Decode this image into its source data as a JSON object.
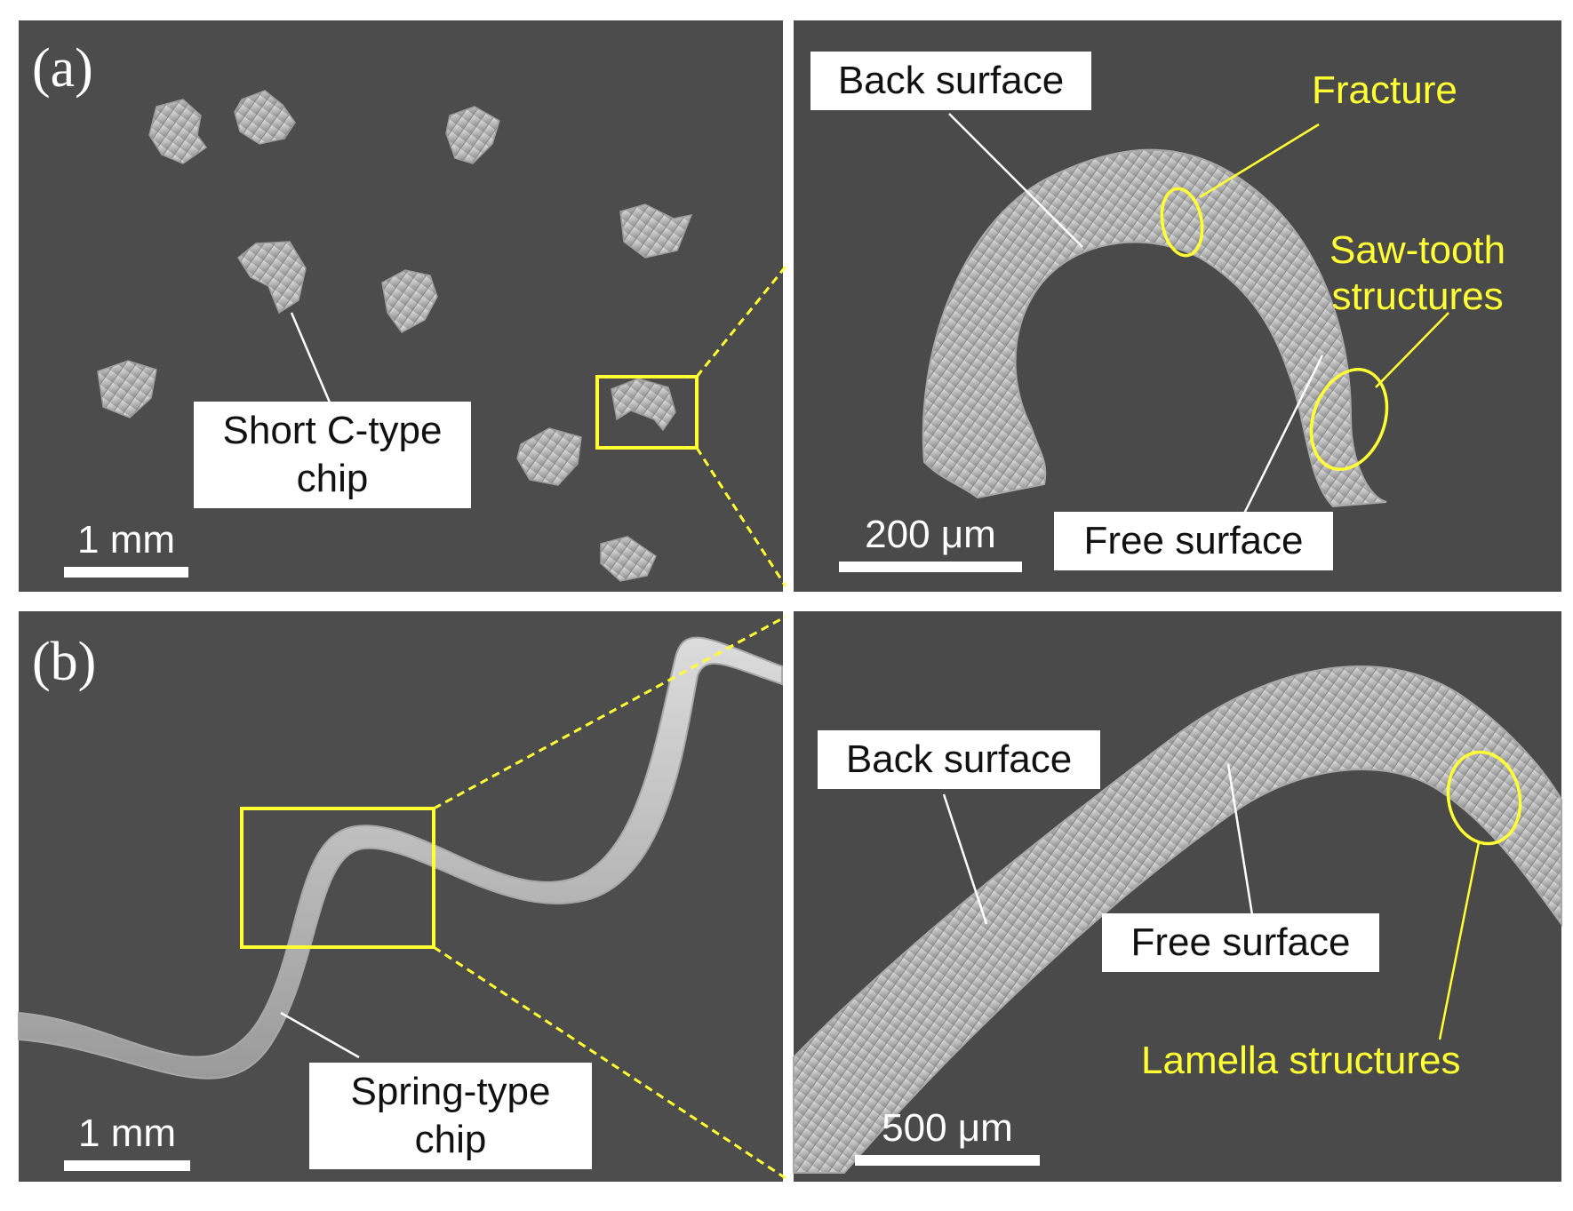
{
  "panels": {
    "a": {
      "letter": "(a)",
      "overview_label": "Short C-type chip",
      "overview_label_line1": "Short C-type",
      "overview_label_line2": "chip",
      "overview_scale": "1 mm",
      "zoom_labels": {
        "back_surface": "Back surface",
        "fracture": "Fracture",
        "saw_tooth_line1": "Saw-tooth",
        "saw_tooth_line2": "structures",
        "free_surface": "Free surface"
      },
      "zoom_scale": "200 μm"
    },
    "b": {
      "letter": "(b)",
      "overview_label_line1": "Spring-type",
      "overview_label_line2": "chip",
      "overview_scale": "1 mm",
      "zoom_labels": {
        "back_surface": "Back surface",
        "free_surface": "Free surface",
        "lamella": "Lamella structures"
      },
      "zoom_scale": "500 μm"
    }
  },
  "colors": {
    "background": "#4b4b4b",
    "chip": "#c9c9c9",
    "highlight": "#ffff33",
    "label_box": "#ffffff"
  }
}
